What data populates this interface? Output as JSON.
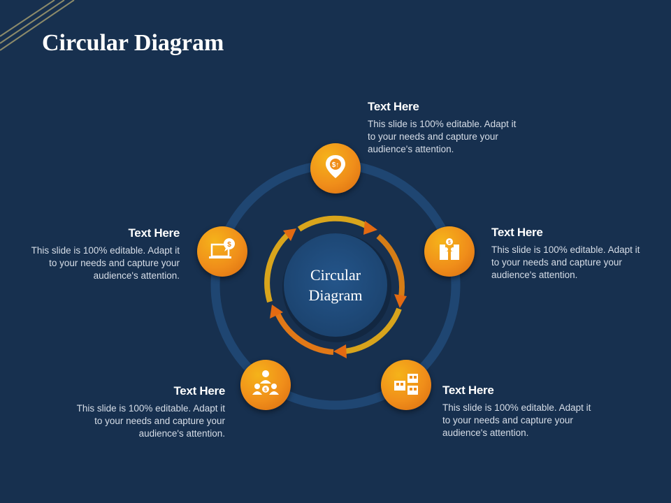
{
  "slide": {
    "title": "Circular Diagram"
  },
  "center": {
    "line1": "Circular",
    "line2": "Diagram"
  },
  "nodes": [
    {
      "icon": "dollar-location-pin-icon",
      "heading": "Text Here",
      "body": "This slide is 100% editable. Adapt it to your needs and capture your audience's attention."
    },
    {
      "icon": "business-team-icon",
      "heading": "Text Here",
      "body": "This slide is 100% editable. Adapt it to your needs and capture your audience's attention."
    },
    {
      "icon": "buildings-icon",
      "heading": "Text Here",
      "body": "This slide is 100% editable. Adapt it to your needs and capture your audience's attention."
    },
    {
      "icon": "people-hierarchy-dollar-icon",
      "heading": "Text Here",
      "body": "This slide is 100% editable. Adapt it to your needs and capture your audience's attention."
    },
    {
      "icon": "laptop-dollar-chat-icon",
      "heading": "Text Here",
      "body": "This slide is 100% editable. Adapt it to your needs and capture your audience's attention."
    }
  ],
  "colors": {
    "background": "#17304f",
    "ring": "#1f4672",
    "center_fill": "#1f4a78",
    "node_orange": "#f08e1a",
    "arrow_gold": "#e1a51b",
    "arrow_orange": "#e36a12"
  }
}
